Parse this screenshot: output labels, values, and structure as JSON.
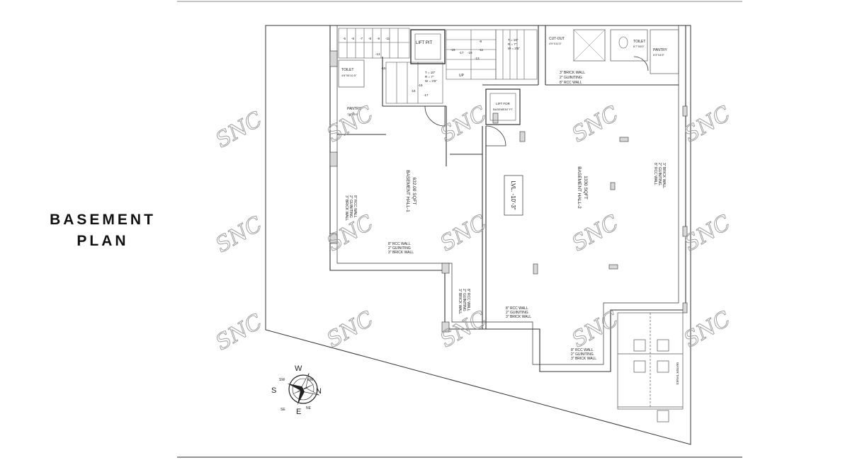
{
  "title": {
    "line1": "BASEMENT",
    "line2": "PLAN"
  },
  "watermark": "SNC",
  "rooms": {
    "hall1_name": "BASEMENT HALL-1",
    "hall1_area": "632.00 SQFT",
    "hall2_name": "BASEMENT HALL-2",
    "hall2_area": "1330 SQFT",
    "level": "LVL. -10'-3\"",
    "lift_pit": "LIFT PIT",
    "toilet_left": "TOILET",
    "toilet_left_size": "4'6\"X6'10.5\"",
    "pantry_left": "PANTRY",
    "pantry_left_size": "7'6\"X5'9\"",
    "lift_small": "LIFT FOR",
    "lift_small_2": "BASEMENT FT",
    "toilet_right": "TOILET",
    "toilet_right_size": "6'7\"X5'0\"",
    "pantry_right": "PANTRY",
    "pantry_right_size": "6'3\"X4'9\"",
    "cutout": "CUT-OUT",
    "cutout_size": "4'9\"X11'3\"",
    "water_tanks": "WATER TANKS"
  },
  "wall_note": {
    "a": "8\" RCC WALL",
    "b": "2\" GUINITING",
    "c": "3\" BRICK WALL"
  },
  "stair": {
    "t1": "T = 10\"",
    "t2": "R = 7\"",
    "t3": "W = 3'6\"",
    "up": "UP"
  },
  "step_numbers": [
    "-5",
    "-6",
    "-7",
    "-8",
    "-9",
    "-11",
    "-13",
    "-15",
    "-16",
    "-17",
    "-19",
    "-9",
    "-11",
    "-13",
    "-15",
    "-17",
    "-19"
  ],
  "compass": {
    "n": "N",
    "s": "S",
    "e": "E",
    "w": "W",
    "ne": "NE",
    "nw": "NW",
    "se": "SE",
    "sw": "SW"
  }
}
